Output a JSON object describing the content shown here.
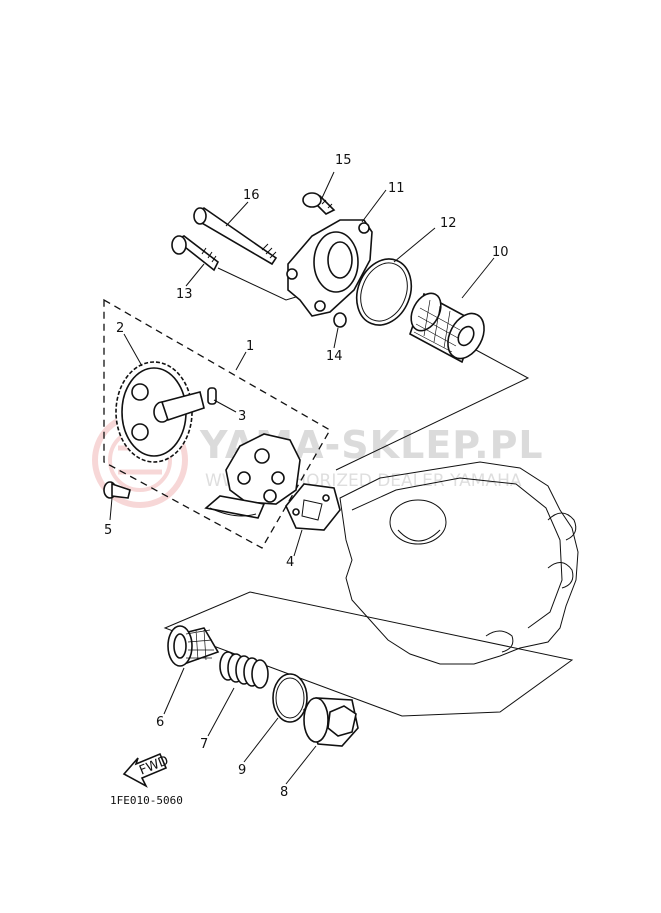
{
  "diagram": {
    "reference_code": "1FE010-5060",
    "direction_badge": "FWD",
    "watermark": {
      "title": "YAMA-SKLEP.PL",
      "subtitle": "WWW.AUTHORIZED DEALER YAMAHA"
    },
    "callouts": [
      {
        "id": "1",
        "label": "1"
      },
      {
        "id": "2",
        "label": "2"
      },
      {
        "id": "3",
        "label": "3"
      },
      {
        "id": "4",
        "label": "4"
      },
      {
        "id": "5",
        "label": "5"
      },
      {
        "id": "6",
        "label": "6"
      },
      {
        "id": "7",
        "label": "7"
      },
      {
        "id": "8",
        "label": "8"
      },
      {
        "id": "9",
        "label": "9"
      },
      {
        "id": "10",
        "label": "10"
      },
      {
        "id": "11",
        "label": "11"
      },
      {
        "id": "12",
        "label": "12"
      },
      {
        "id": "13",
        "label": "13"
      },
      {
        "id": "14",
        "label": "14"
      },
      {
        "id": "15",
        "label": "15"
      },
      {
        "id": "16",
        "label": "16"
      }
    ]
  }
}
